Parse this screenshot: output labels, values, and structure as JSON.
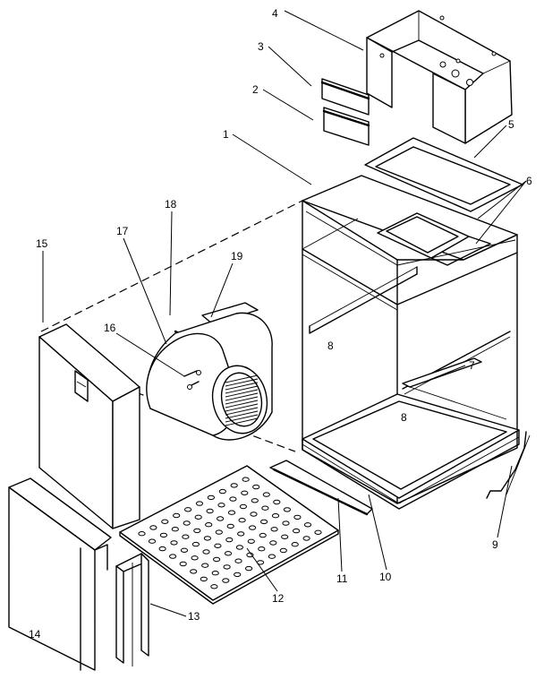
{
  "callouts": [
    {
      "id": "c1",
      "text": "1"
    },
    {
      "id": "c2",
      "text": "2"
    },
    {
      "id": "c3",
      "text": "3"
    },
    {
      "id": "c4",
      "text": "4"
    },
    {
      "id": "c5",
      "text": "5"
    },
    {
      "id": "c6",
      "text": "6"
    },
    {
      "id": "c7",
      "text": "7"
    },
    {
      "id": "c8a",
      "text": "8"
    },
    {
      "id": "c8b",
      "text": "8"
    },
    {
      "id": "c9",
      "text": "9"
    },
    {
      "id": "c10",
      "text": "10"
    },
    {
      "id": "c11",
      "text": "11"
    },
    {
      "id": "c12",
      "text": "12"
    },
    {
      "id": "c13",
      "text": "13"
    },
    {
      "id": "c14",
      "text": "14"
    },
    {
      "id": "c15",
      "text": "15"
    },
    {
      "id": "c16",
      "text": "16"
    },
    {
      "id": "c17",
      "text": "17"
    },
    {
      "id": "c18",
      "text": "18"
    },
    {
      "id": "c19",
      "text": "19"
    }
  ]
}
